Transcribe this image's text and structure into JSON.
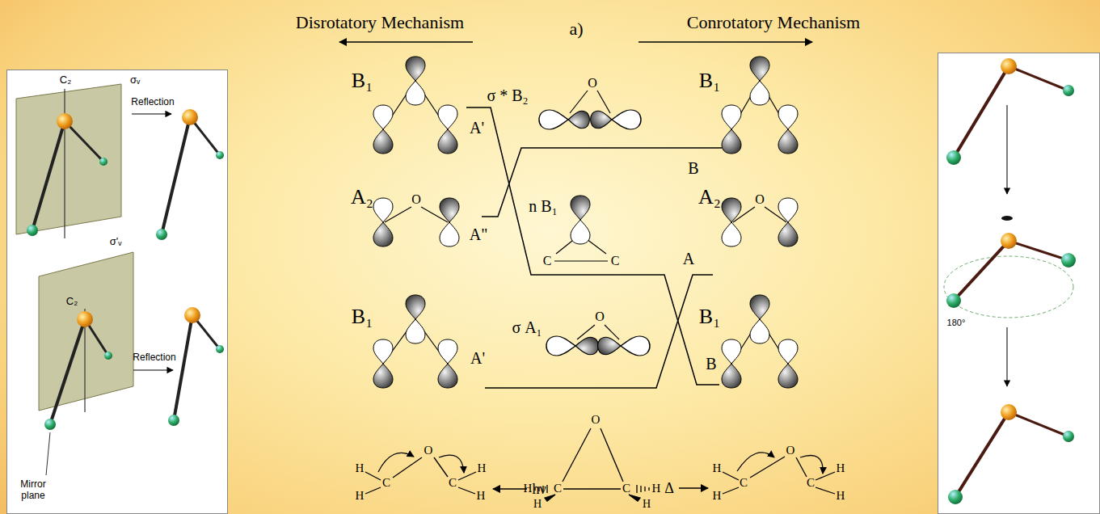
{
  "diagram": {
    "nodes": [
      {
        "text": [
          "C₂",
          "σᵥ",
          "Reflection",
          "σ'ᵥ",
          "C₂",
          "Reflection",
          "Mirror plane"
        ]
      },
      {
        "text": [
          "180°"
        ]
      }
    ],
    "labels": [
      "Disrotatory Mechanism",
      "a)",
      "Conrotatory Mechanism",
      "B₁",
      "σ * B₂",
      "O",
      "B₁",
      "A'",
      "B",
      "A₂",
      "O",
      "n B₁",
      "A\"",
      "C",
      "C",
      "A",
      "A₂",
      "O",
      "B₁",
      "σ A₁",
      "O",
      "A'",
      "B₁",
      "B",
      "H",
      "C",
      "O",
      "C",
      "H",
      "H",
      "H",
      "hν",
      "O",
      "H",
      "C",
      "C",
      "H",
      "H",
      "H",
      "Δ",
      "H",
      "C",
      "O",
      "C",
      "H",
      "H",
      "H"
    ]
  }
}
